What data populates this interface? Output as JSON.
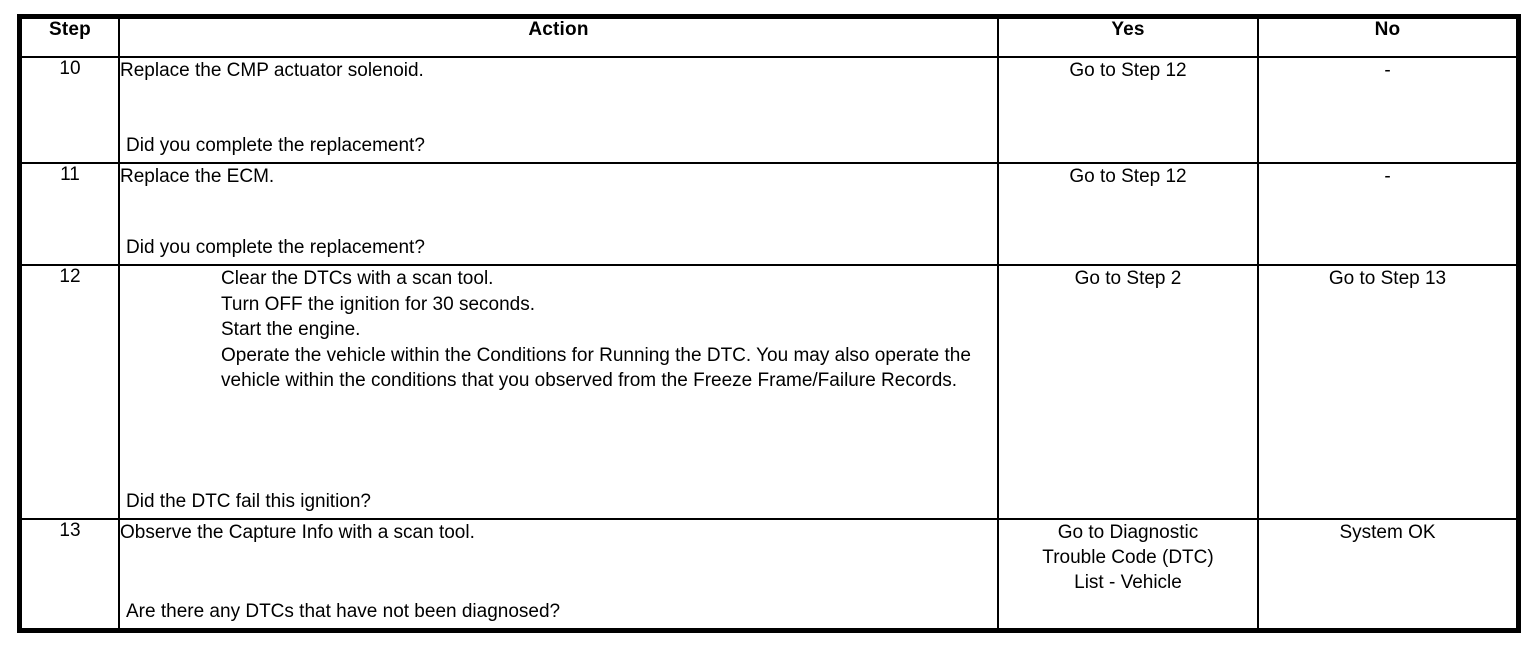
{
  "table": {
    "columns": [
      {
        "key": "step",
        "label": "Step"
      },
      {
        "key": "action",
        "label": "Action"
      },
      {
        "key": "yes",
        "label": "Yes"
      },
      {
        "key": "no",
        "label": "No"
      }
    ],
    "rows": [
      {
        "step": "10",
        "action_lead": "Replace the CMP actuator solenoid.",
        "action_question": "Did you complete the replacement?",
        "yes": "Go to Step 12",
        "no": "-"
      },
      {
        "step": "11",
        "action_lead": "Replace the ECM.",
        "action_question": "Did you complete the replacement?",
        "yes": "Go to Step 12",
        "no": "-"
      },
      {
        "step": "12",
        "action_items": [
          "Clear the DTCs with a scan tool.",
          "Turn OFF the ignition for 30 seconds.",
          "Start the engine.",
          "Operate the vehicle within the Conditions for Running the DTC. You may also operate the vehicle within the conditions that you observed from the Freeze Frame/Failure Records."
        ],
        "action_question": "Did the DTC fail this ignition?",
        "yes": "Go to Step 2",
        "no": "Go to Step 13"
      },
      {
        "step": "13",
        "action_lead": "Observe the Capture Info with a scan tool.",
        "action_question": "Are there any DTCs that have not been diagnosed?",
        "yes_lines": [
          "Go to Diagnostic",
          "Trouble Code (DTC)",
          "List - Vehicle"
        ],
        "no": "System OK"
      }
    ]
  },
  "colors": {
    "border": "#000000",
    "text": "#000000",
    "background": "#ffffff"
  }
}
